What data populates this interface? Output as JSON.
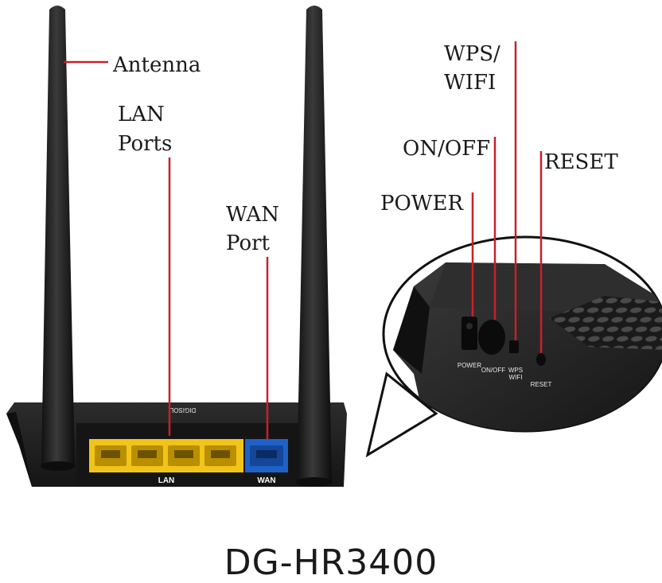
{
  "diagram": {
    "model": "DG-HR3400",
    "callouts": {
      "antenna": "Antenna",
      "lan_ports": [
        "LAN",
        "Ports"
      ],
      "wan_port": [
        "WAN",
        "Port"
      ],
      "wps_wifi": [
        "WPS/",
        "WIFI"
      ],
      "on_off": "ON/OFF",
      "reset": "RESET",
      "power": "POWER"
    },
    "device_labels": {
      "lan": "LAN",
      "wan": "WAN",
      "logo": "DIGISOL",
      "power": "POWER",
      "on_off": "ON/OFF",
      "wps": "WPS",
      "wifi": "WIFI",
      "reset": "RESET"
    },
    "colors": {
      "leader_line": "#c8202a",
      "lan_port": "#f2c417",
      "wan_port": "#1e62c8",
      "router_body": "#1f1f1f"
    }
  }
}
